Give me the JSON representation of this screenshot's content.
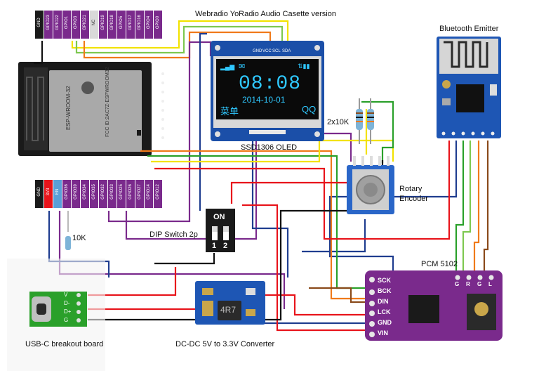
{
  "title": "Webradio YoRadio Audio Casette version",
  "labels": {
    "bluetooth": "Bluetooth Emitter",
    "oled": "SSD1306 OLED",
    "resistors_pair": "2x10K",
    "rotary": "Rotary\nEncoder",
    "dip": "DIP Switch 2p",
    "resistor_single": "10K",
    "pcm": "PCM 5102",
    "usbc": "USB-C breakout board",
    "dcdc": "DC-DC 5V to 3.3V Converter"
  },
  "esp32": {
    "module_text": "ESP-WROOM-32",
    "top_pins": [
      "GND",
      "GPIO23",
      "GPIO22",
      "GPIO1",
      "GPIO3",
      "GPIO21",
      "NC",
      "GPIO19",
      "GPIO18",
      "GPIO5",
      "GPIO17",
      "GPIO16",
      "GPIO4",
      "GPIO0"
    ],
    "bottom_pins": [
      "GND",
      "3V3",
      "EN",
      "GPIO36",
      "GPIO39",
      "GPIO34",
      "GPIO35",
      "GPIO32",
      "GPIO33",
      "GPIO25",
      "GPIO26",
      "GPIO27",
      "GPIO14",
      "GPIO12"
    ]
  },
  "oled": {
    "pins": [
      "GND",
      "VCC",
      "SCL",
      "SDA"
    ],
    "screen_time": "08:08",
    "screen_date": "2014-10-01",
    "screen_menu": "菜单",
    "screen_qq": "QQ"
  },
  "dip": {
    "on_text": "ON",
    "nums": [
      "1",
      "2"
    ]
  },
  "pcm": {
    "left_pins": [
      "SCK",
      "BCK",
      "DIN",
      "LCK",
      "GND",
      "VIN"
    ],
    "top_pins": [
      "G",
      "R",
      "G",
      "L"
    ]
  },
  "usbc": {
    "pins": [
      "V",
      "D-",
      "D+",
      "G"
    ]
  },
  "dcdc": {
    "inductor": "4R7"
  },
  "colors": {
    "red": "#e8141b",
    "black": "#111111",
    "navy": "#1f3d8f",
    "purple": "#7a2a8c",
    "orange": "#f07a1a",
    "yellow": "#f2e200",
    "green": "#2aa02a",
    "brown": "#8a4a1a",
    "lightgreen": "#7ec850",
    "white_wire": "#d9d9d9"
  }
}
